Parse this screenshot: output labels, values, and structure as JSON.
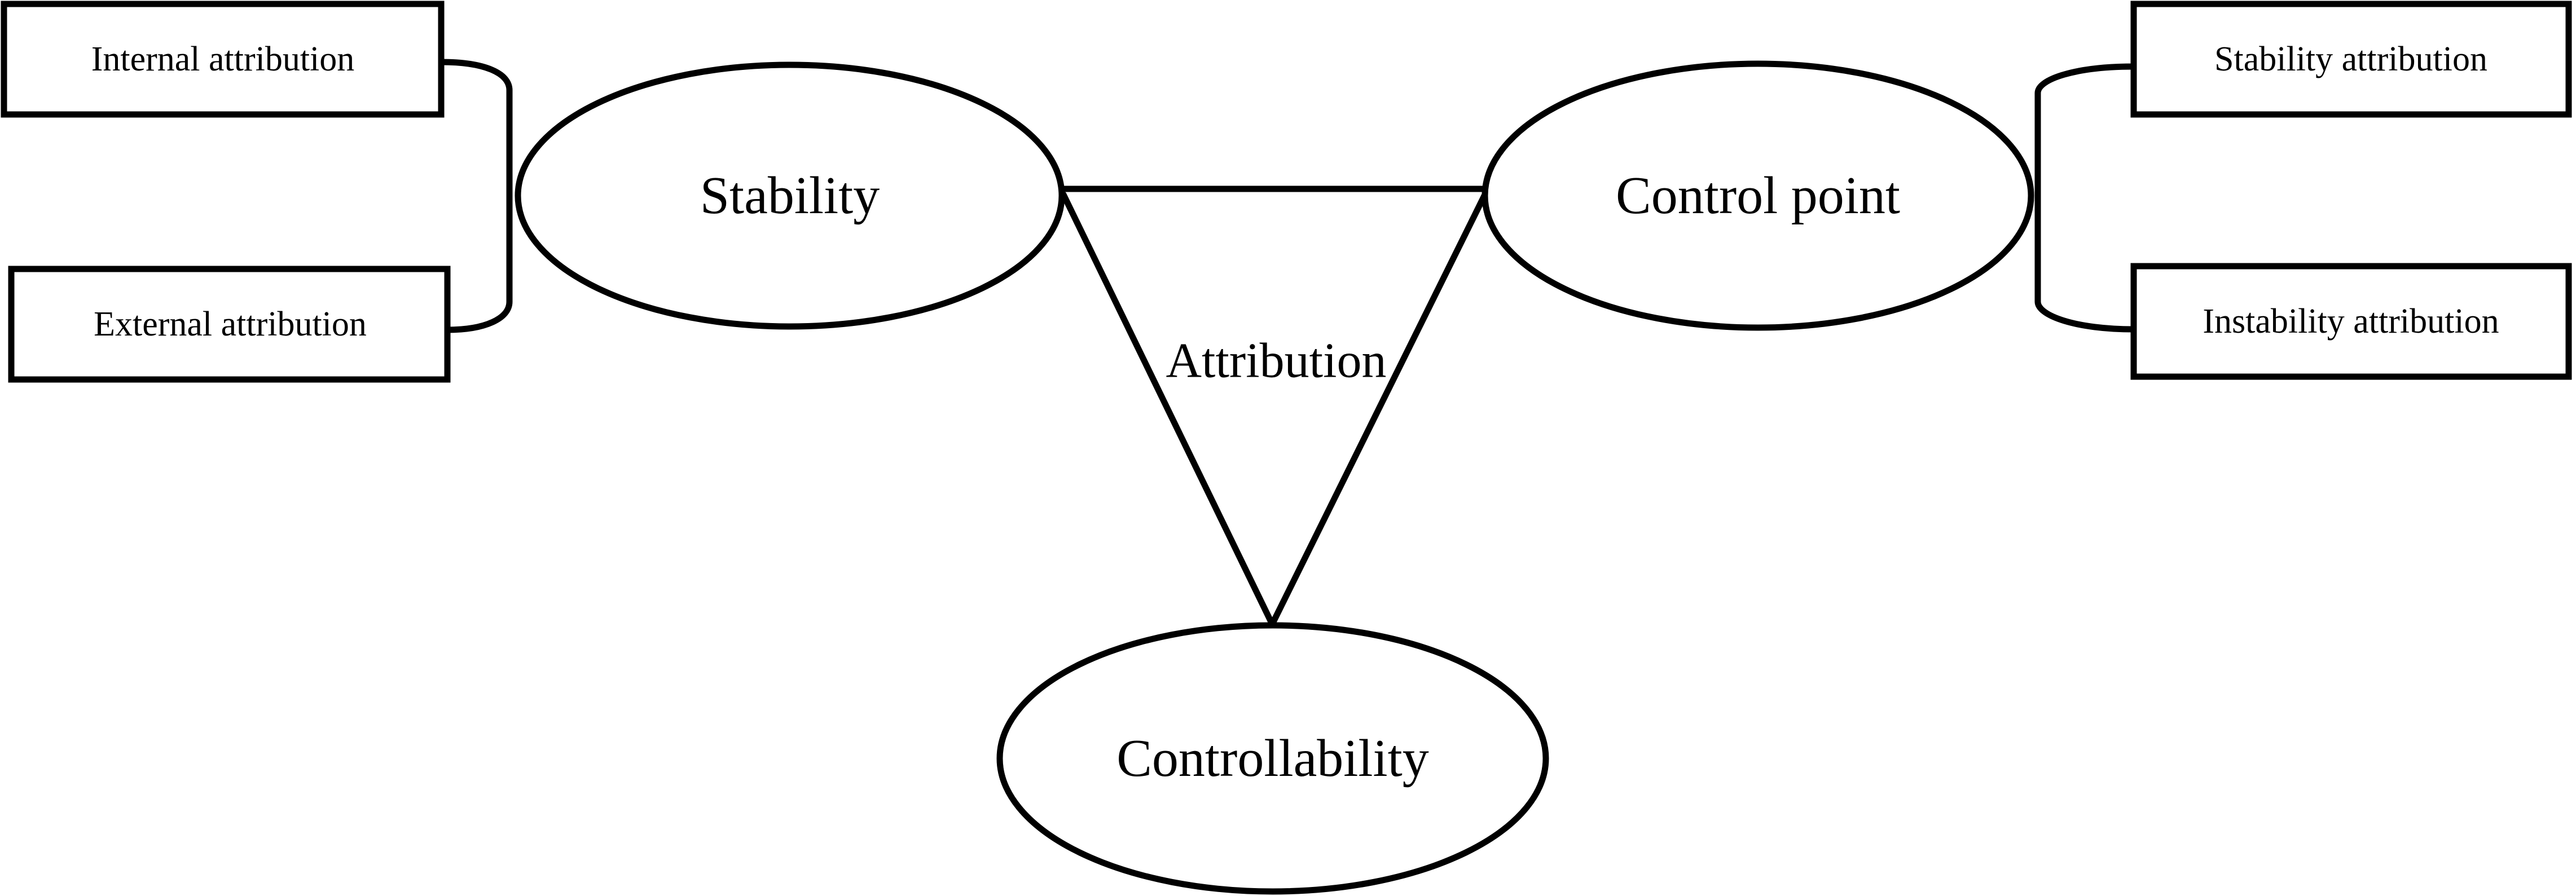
{
  "diagram": {
    "center_label": "Attribution",
    "ellipses": {
      "stability": "Stability",
      "control_point": "Control point",
      "controllability": "Controllability"
    },
    "boxes": {
      "internal": "Internal attribution",
      "external": "External attribution",
      "stability_attr": "Stability attribution",
      "instability_attr": "Instability attribution"
    }
  }
}
